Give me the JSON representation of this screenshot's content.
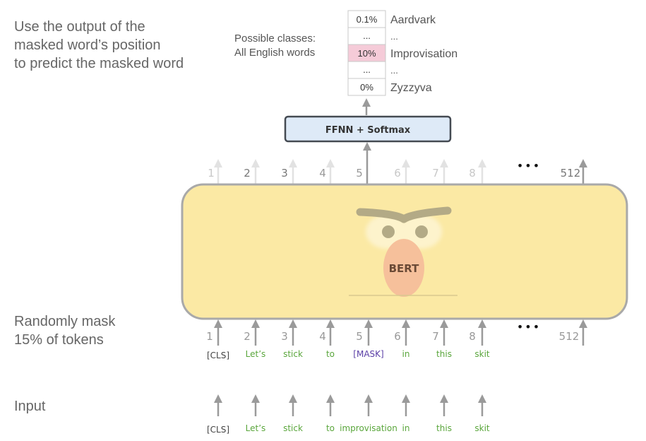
{
  "captions": {
    "top": [
      "Use the output of the",
      "masked word’s position",
      "to predict the masked word"
    ],
    "middle": [
      "Randomly mask",
      "15% of tokens"
    ],
    "bottom": "Input"
  },
  "classes_label": [
    "Possible classes:",
    "All English words"
  ],
  "prob_table": [
    {
      "prob": "0.1%",
      "word": "Aardvark",
      "highlight": false
    },
    {
      "prob": "...",
      "word": "...",
      "highlight": false
    },
    {
      "prob": "10%",
      "word": "Improvisation",
      "highlight": true
    },
    {
      "prob": "...",
      "word": "...",
      "highlight": false
    },
    {
      "prob": "0%",
      "word": "Zyzzyva",
      "highlight": false
    }
  ],
  "ffnn_label": "FFNN + Softmax",
  "bert_label": "BERT",
  "ellipsis": "•••",
  "output_positions": [
    "1",
    "2",
    "3",
    "4",
    "5",
    "6",
    "7",
    "8",
    "512"
  ],
  "input_positions": [
    "1",
    "2",
    "3",
    "4",
    "5",
    "6",
    "7",
    "8",
    "512"
  ],
  "masked_tokens": [
    "[CLS]",
    "Let’s",
    "stick",
    "to",
    "[MASK]",
    "in",
    "this",
    "skit"
  ],
  "input_tokens": [
    "[CLS]",
    "Let’s",
    "stick",
    "to",
    "improvisation",
    "in",
    "this",
    "skit"
  ],
  "colors": {
    "special_token": "#444444",
    "word_token": "#5aa63c",
    "mask_token": "#5a3ea6",
    "bert_box": "#fbe9a4",
    "ffnn_box": "#deeaf7",
    "highlight": "#f5cbd8",
    "arrow": "#9a9a9a"
  }
}
